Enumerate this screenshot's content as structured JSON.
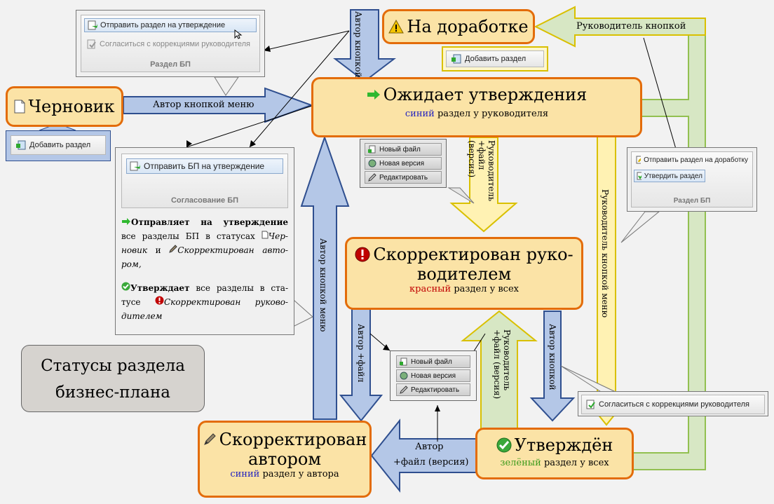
{
  "title_box": {
    "line1": "Статусы раздела",
    "line2": "бизнес-плана"
  },
  "states": {
    "draft": {
      "title": "Черновик"
    },
    "revision": {
      "title": "На доработке"
    },
    "awaiting": {
      "title": "Ожидает утверждения",
      "sub_color_word": "синий",
      "sub_rest": "раздел у руководителя"
    },
    "corrected_head": {
      "title_line1": "Скорректирован руко-",
      "title_line2": "водителем",
      "sub_color_word": "красный",
      "sub_rest": "раздел у всех"
    },
    "approved": {
      "title": "Утверждён",
      "sub_color_word": "зелёный",
      "sub_rest": "раздел у всех"
    },
    "corrected_author": {
      "title_line1": "Скорректирован",
      "title_line2": "автором",
      "sub_color_word": "синий",
      "sub_rest": "раздел у автора"
    }
  },
  "arrows": {
    "author_menu": "Автор кнопкой меню",
    "author_button_top": "Автор кнопкой",
    "head_button": "Руководитель кнопкой",
    "head_file": "Руководитель +файл (версия)",
    "head_button_menu": "Руководитель кнопкой меню",
    "author_menu_vertical": "Автор кнопкой меню",
    "author_file": "Автор +файл",
    "head_file_up": "Руководитель +файл (версия)",
    "author_button_down": "Автор кнопкой",
    "author_file_left_1": "Автор",
    "author_file_left_2": "+файл (версия)"
  },
  "ribbons": {
    "section_bp_top": {
      "btn1": "Отправить раздел на утверждение",
      "btn2": "Согласиться с коррекциями руководителя",
      "group": "Раздел БП"
    },
    "add_section_revision": {
      "btn": "Добавить раздел"
    },
    "add_section_draft": {
      "btn": "Добавить раздел"
    },
    "approval_bp": {
      "btn": "Отправить БП на утверждение",
      "group": "Согласование БП"
    },
    "section_bp_right": {
      "btn1": "Отправить раздел на доработку",
      "btn2": "Утвердить раздел",
      "group": "Раздел БП"
    },
    "agree_bottom": {
      "btn": "Согласиться с коррекциями руководителя"
    }
  },
  "file_menus": {
    "top": {
      "items": [
        "Новый файл",
        "Новая версия",
        "Редактировать"
      ]
    },
    "bottom": {
      "items": [
        "Новый файл",
        "Новая версия",
        "Редактировать"
      ]
    }
  },
  "description": {
    "p1_bold": "Отправляет на утверждение",
    "p1_text1": "все разделы БП в статусах",
    "p1_italic1": "Чер-новик",
    "p1_and": "и",
    "p1_italic2": "Скорректирован авто-ром,",
    "p2_bold": "Утверждает",
    "p2_text": "все разделы в ста-тусе",
    "p2_italic": "Скорректирован руково-дителем"
  },
  "colors": {
    "state_fill": "#fbe3a6",
    "state_border": "#e36c0a",
    "blue_arrow": "#b4c7e7",
    "blue_arrow_border": "#2f4f8f",
    "yellow_arrow": "#fff2b3",
    "yellow_arrow_border": "#d9c000",
    "green_arrow": "#d7e7c4",
    "green_arrow_border": "#92c050",
    "blue_word": "#1f1fbf",
    "red_word": "#c00000",
    "green_word": "#3a9a1a"
  }
}
